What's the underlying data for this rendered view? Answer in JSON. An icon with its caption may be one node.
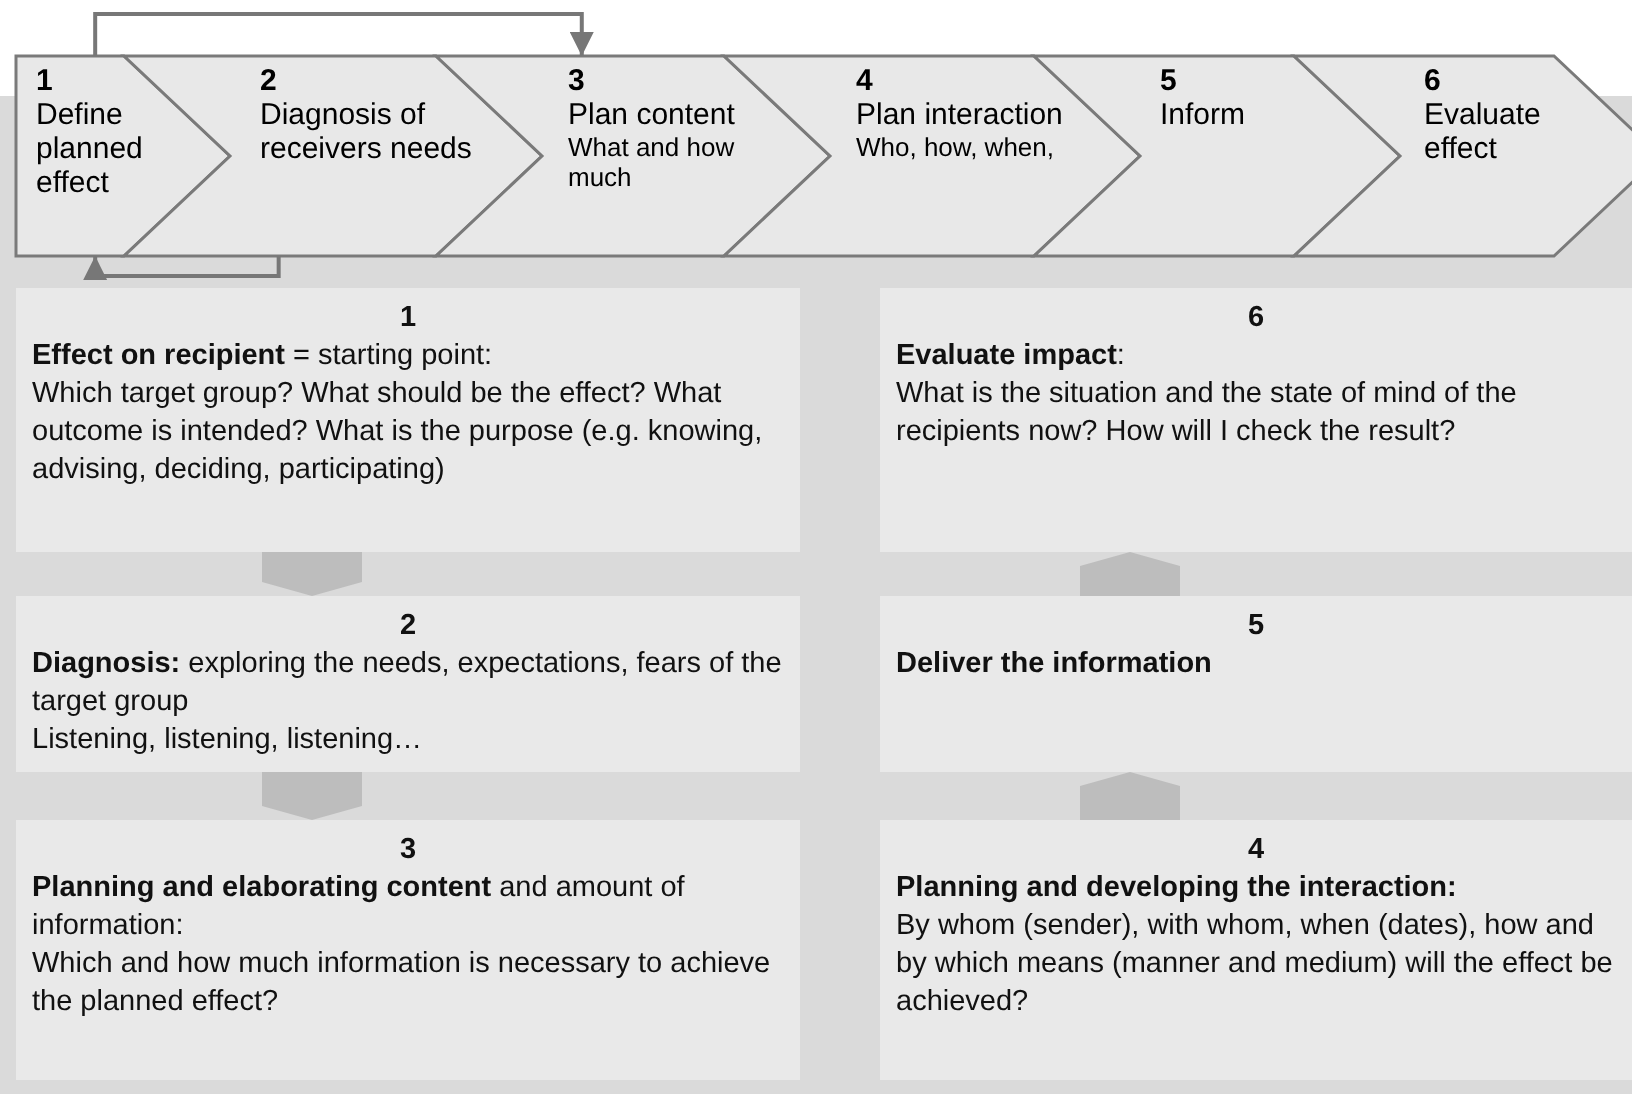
{
  "diagram": {
    "nodes": [
      {
        "text": [
          "1",
          "Define planned effect"
        ]
      },
      {
        "text": [
          "2",
          "Diagnosis of receivers needs"
        ]
      },
      {
        "text": [
          "3",
          "Plan content",
          "What and how much"
        ]
      },
      {
        "text": [
          "4",
          "Plan interaction",
          "Who, how, when,"
        ]
      },
      {
        "text": [
          "5",
          "Inform"
        ]
      },
      {
        "text": [
          "6",
          "Evaluate effect"
        ]
      },
      {
        "text": [
          "1",
          "**Effect on recipient** = starting point:",
          "Which target group? What should be the effect? What outcome is intended? What is the purpose (e.g. knowing, advising, deciding, participating)"
        ]
      },
      {
        "text": [
          "6",
          "**Evaluate impact**:",
          "What is the situation and the state of mind of the recipients now? How will I check the result?"
        ]
      },
      {
        "text": [
          "2",
          "**Diagnosis:** exploring the needs, expectations, fears of the target group",
          "Listening, listening, listening…"
        ]
      },
      {
        "text": [
          "5",
          "**Deliver the information**"
        ]
      },
      {
        "text": [
          "3",
          "**Planning and elaborating content** and amount of information:",
          "Which and how much information is necessary to achieve the planned effect?"
        ]
      },
      {
        "text": [
          "4",
          "**Planning and developing the interaction:**",
          "By whom (sender), with whom, when (dates), how and by which means (manner and medium) will the effect be achieved?"
        ]
      }
    ],
    "edges": [
      {
        "from": 0,
        "to": 2,
        "arrow": "to"
      },
      {
        "from": 1,
        "to": 0,
        "arrow": "to"
      },
      {
        "from": 6,
        "to": 8,
        "arrow": "to",
        "style": "thick"
      },
      {
        "from": 8,
        "to": 10,
        "arrow": "to",
        "style": "thick"
      },
      {
        "from": 11,
        "to": 9,
        "arrow": "to",
        "style": "thick"
      },
      {
        "from": 9,
        "to": 7,
        "arrow": "to",
        "style": "thick"
      }
    ]
  }
}
